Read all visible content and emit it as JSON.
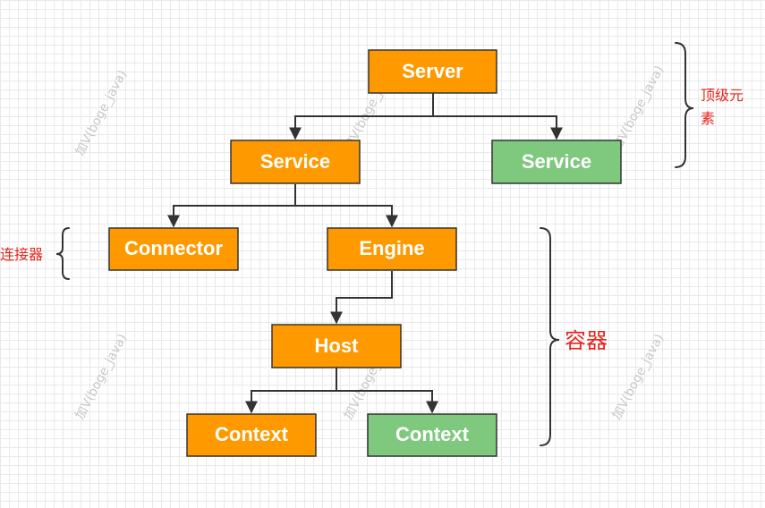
{
  "colors": {
    "orange": "#FF9900",
    "green": "#7FC97F",
    "annotation_red": "#E8231B",
    "line": "#333333"
  },
  "nodes": {
    "server": {
      "label": "Server",
      "color": "orange"
    },
    "service_main": {
      "label": "Service",
      "color": "orange"
    },
    "service_other": {
      "label": "Service",
      "color": "green"
    },
    "connector": {
      "label": "Connector",
      "color": "orange"
    },
    "engine": {
      "label": "Engine",
      "color": "orange"
    },
    "host": {
      "label": "Host",
      "color": "orange"
    },
    "context_main": {
      "label": "Context",
      "color": "orange"
    },
    "context_other": {
      "label": "Context",
      "color": "green"
    }
  },
  "annotations": {
    "top_level": {
      "line1": "顶级元",
      "line2": "素"
    },
    "connector": "连接器",
    "container": "容器"
  },
  "watermark": "加V(boge_java)"
}
